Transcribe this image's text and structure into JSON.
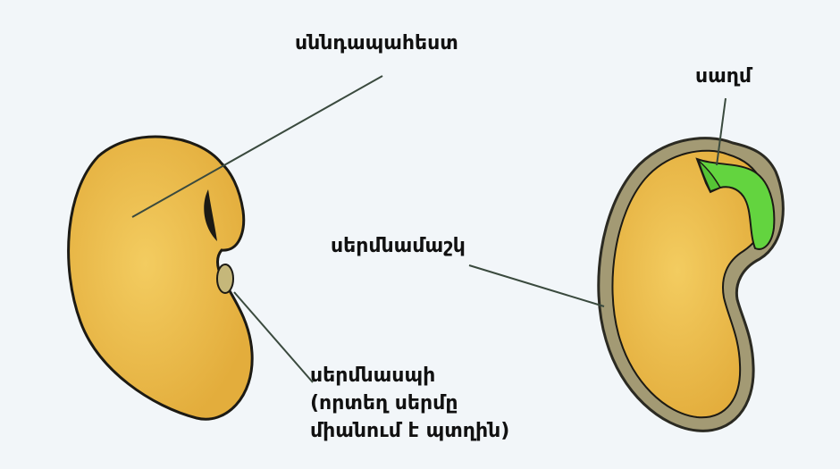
{
  "labels": {
    "endosperm": "սննդապահեստ",
    "sprout": "սաղմ",
    "seed_coat": "սերմնամաշկ",
    "hilum": [
      "սերմնասպի",
      "(որտեղ սերմը",
      "միանում է պտղին)"
    ]
  },
  "colors": {
    "background": "#f2f6f9",
    "seed_fill": "#e9b94a",
    "seed_outline": "#1c1a14",
    "coat_fill": "#a39a74",
    "embryo_fill": "#63d43f",
    "hilum_fill": "#c5b77a",
    "leader_line": "#3a4a3e"
  }
}
